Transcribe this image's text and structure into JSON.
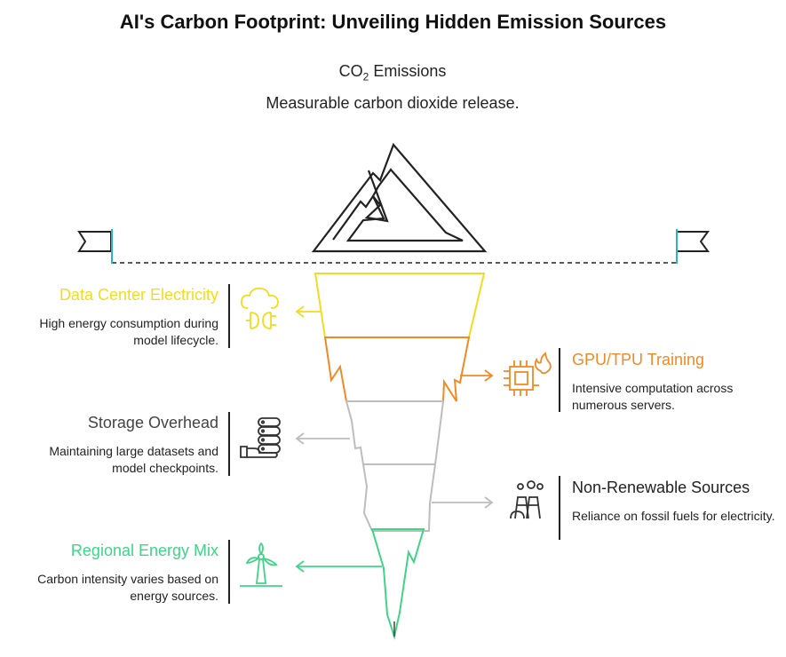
{
  "title": "AI's Carbon Footprint: Unveiling Hidden Emission Sources",
  "tip": {
    "title_prefix": "CO",
    "title_sub": "2",
    "title_suffix": " Emissions",
    "description": "Measurable carbon dioxide release."
  },
  "layers": [
    {
      "title": "Data Center Electricity",
      "description": "High energy consumption during model lifecycle.",
      "color": "#f2dc1f",
      "side": "left",
      "icon": "cloud-plug-icon"
    },
    {
      "title": "GPU/TPU Training",
      "description": "Intensive computation across numerous servers.",
      "color": "#f08a24",
      "side": "right",
      "icon": "chip-flame-icon"
    },
    {
      "title": "Storage Overhead",
      "description": "Maintaining large datasets and model checkpoints.",
      "color": "#444444",
      "side": "left",
      "icon": "server-stack-icon"
    },
    {
      "title": "Non-Renewable Sources",
      "description": "Reliance on fossil fuels for electricity.",
      "color": "#222222",
      "side": "right",
      "icon": "factory-smoke-icon"
    },
    {
      "title": "Regional Energy Mix",
      "description": "Carbon intensity varies based on energy sources.",
      "color": "#3fd486",
      "side": "left",
      "icon": "wind-turbine-icon"
    }
  ],
  "colors": {
    "waterline": "#222222",
    "flag_pole": "#2bb3c9",
    "gray_layer": "#bdbdbd",
    "mountain": "#222222"
  }
}
